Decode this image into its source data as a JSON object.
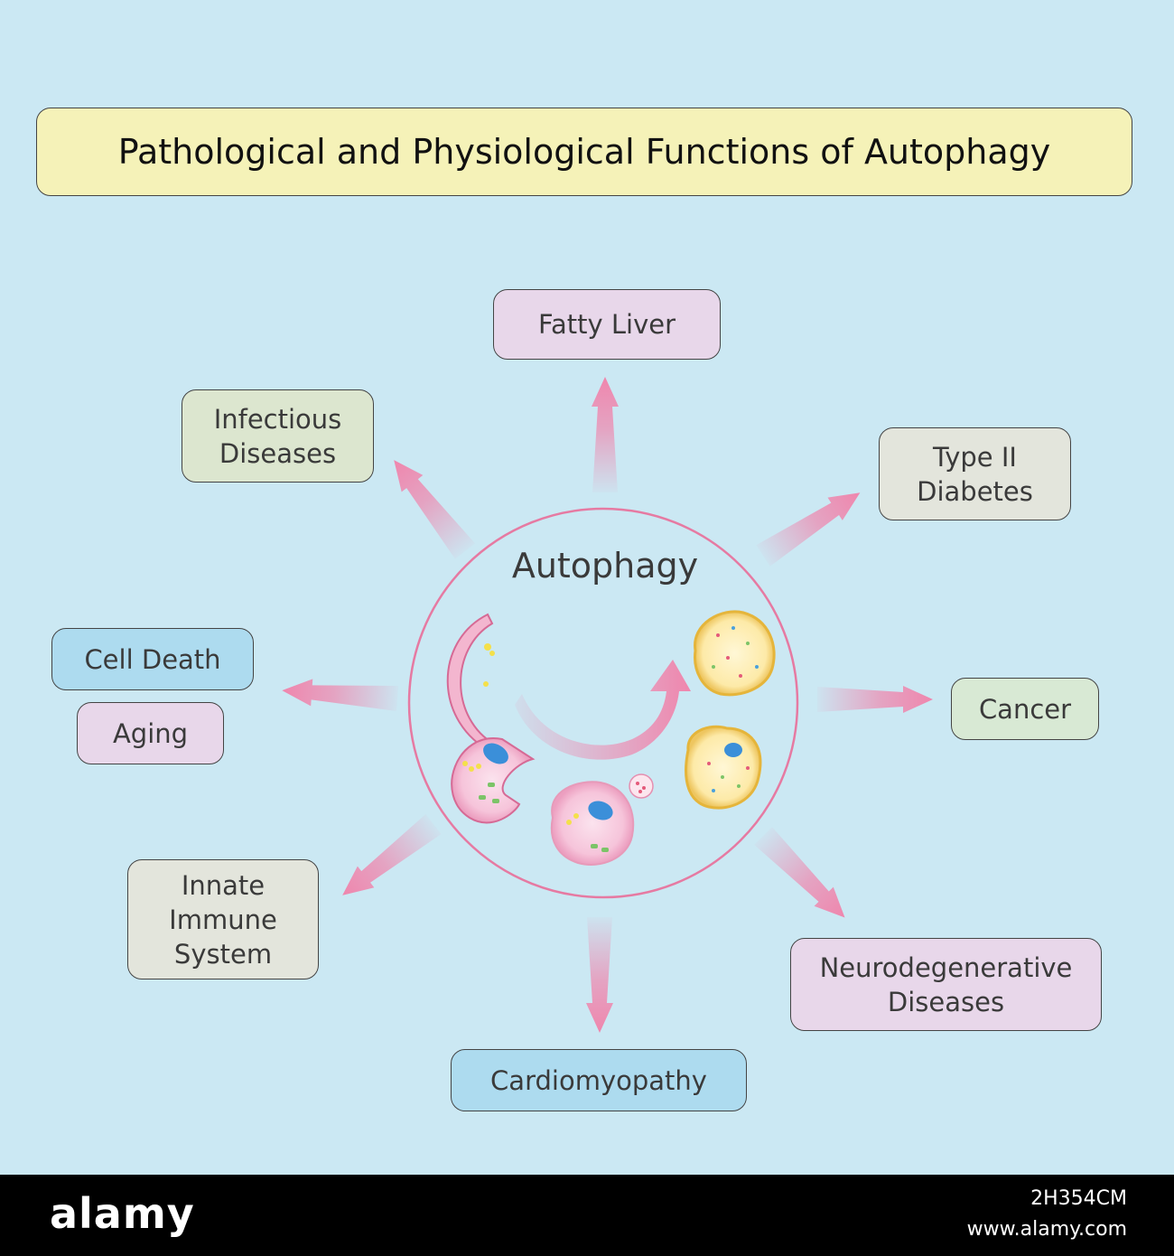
{
  "title": "Pathological and Physiological Functions of Autophagy",
  "center": {
    "label": "Autophagy"
  },
  "colors": {
    "background": "#cbe8f3",
    "arrow": "#ef86ad",
    "circle": "#e67aa2",
    "title_fill": "#f5f2b8",
    "pink_box": "#e8d7ea",
    "green_box": "#dce6cf",
    "gray_box": "#e3e5dc",
    "blue_box": "#addbef",
    "mint_box": "#d8e9d4"
  },
  "nodes": {
    "fatty_liver": "Fatty Liver",
    "infectious_diseases": "Infectious\nDiseases",
    "type2_diabetes": "Type II\nDiabetes",
    "cell_death": "Cell Death",
    "aging": "Aging",
    "cancer": "Cancer",
    "innate_immune": "Innate\nImmune\nSystem",
    "neurodegenerative": "Neurodegenerative\nDiseases",
    "cardiomyopathy": "Cardiomyopathy"
  },
  "footer": {
    "logo": "alamy",
    "image_id": "2H354CM",
    "url": "www.alamy.com"
  }
}
